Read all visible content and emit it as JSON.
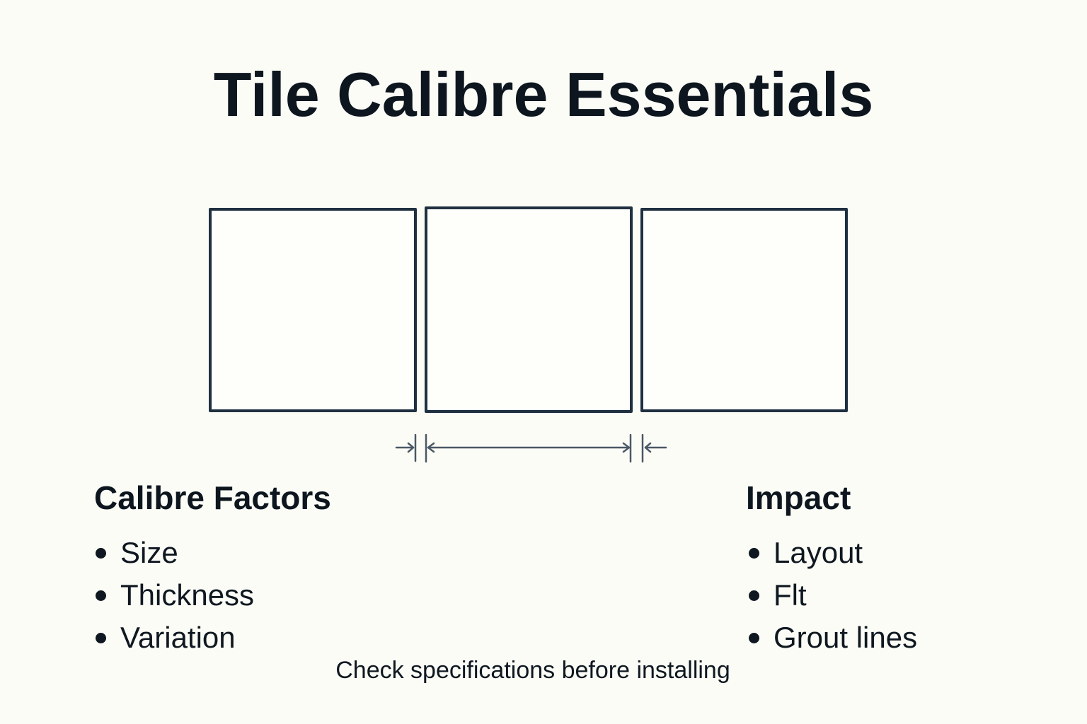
{
  "title": "Tile Calibre Essentials",
  "diagram": {
    "tiles": [
      {
        "id": "tile-1",
        "label": ""
      },
      {
        "id": "tile-2",
        "label": ""
      },
      {
        "id": "tile-3",
        "label": ""
      }
    ],
    "dimension_markers": {
      "gap_left": "grout-gap-arrows",
      "tile_width": "double-headed-arrow",
      "gap_right": "grout-gap-arrows"
    },
    "stroke_color": "#1f3040",
    "dimension_color": "#4a5866"
  },
  "left_section": {
    "heading": "Calibre Factors",
    "items": [
      "Size",
      "Thickness",
      "Variation"
    ]
  },
  "right_section": {
    "heading": "Impact",
    "items": [
      "Layout",
      "Flt",
      "Grout lines"
    ]
  },
  "footer": "Check specifications before installing",
  "colors": {
    "background": "#fcfcf7",
    "text": "#0d161e",
    "tile_outline": "#1f3040"
  }
}
